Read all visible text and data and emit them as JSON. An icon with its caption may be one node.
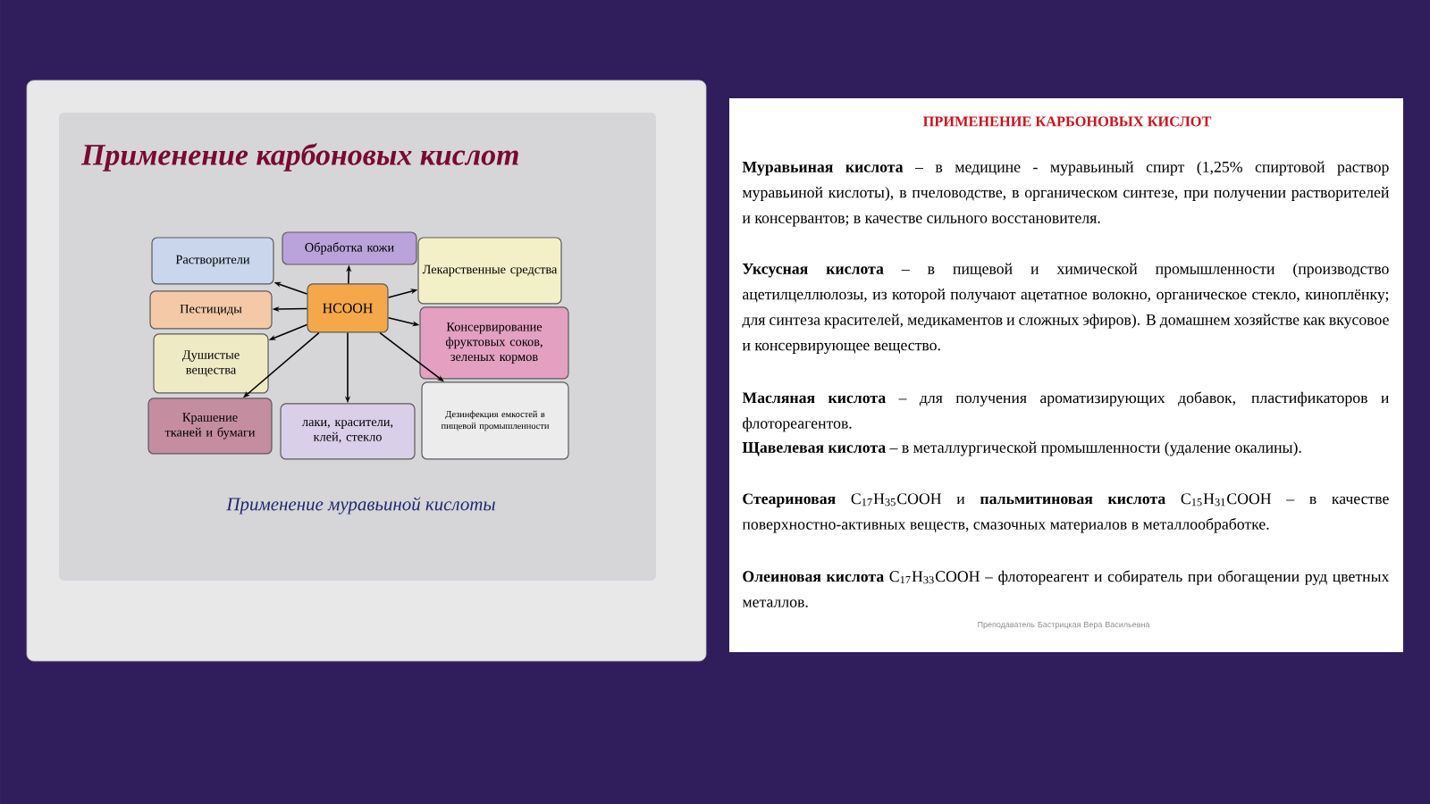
{
  "diagram": {
    "title": "ПРИМЕНЕНИЕ КАРБОНОВЫХ КИСЛОТ",
    "caption": "Применение муравьиной кислоты",
    "nodes": [
      {
        "text": [
          "Растворители"
        ]
      },
      {
        "text": [
          "Обработка кожи"
        ]
      },
      {
        "text": [
          "Лекарственные средства"
        ]
      },
      {
        "text": [
          "Пестициды"
        ]
      },
      {
        "text": [
          "HCOOH"
        ]
      },
      {
        "text": [
          "Консервирование фруктовых соков, зеленых кормов"
        ]
      },
      {
        "text": [
          "Душистые вещества"
        ]
      },
      {
        "text": [
          "Крашение тканей и бумаги"
        ]
      },
      {
        "text": [
          "лаки, красители, клей, стекло"
        ]
      },
      {
        "text": [
          "Дезинфекция емкостей в пищевой промышленности"
        ]
      }
    ],
    "edges": [
      {
        "from": 4,
        "to": 0,
        "arrow": "to"
      },
      {
        "from": 4,
        "to": 1,
        "arrow": "to"
      },
      {
        "from": 4,
        "to": 2,
        "arrow": "to"
      },
      {
        "from": 4,
        "to": 3,
        "arrow": "to"
      },
      {
        "from": 4,
        "to": 5,
        "arrow": "to"
      },
      {
        "from": 4,
        "to": 6,
        "arrow": "to"
      },
      {
        "from": 4,
        "to": 7,
        "arrow": "to"
      },
      {
        "from": 4,
        "to": 8,
        "arrow": "to"
      },
      {
        "from": 4,
        "to": 9,
        "arrow": "to"
      }
    ],
    "labels": [
      "Применение карбоновых кислот",
      "**Муравьиная кислота** – в медицине - муравьиный спирт (1,25% спиртовой раствор муравьиной кислоты), в пчеловодстве, в органическом синтезе, при получении растворителей и консервантов; в качестве сильного восстановителя.",
      "**Уксусная кислота** – в пищевой и химической промышленности (производство ацетилцеллюлозы, из которой получают ацетатное волокно, органическое стекло, киноплёнку; для синтеза красителей, медикаментов и сложных эфиров). В домашнем хозяйстве как вкусовое и консервирующее вещество.",
      "**Масляная кислота** – для получения ароматизирующих добавок, пластификаторов и флотореагентов.",
      "**Щавелевая кислота** – в металлургической промышленности (удаление окалины).",
      "**Стеариновая** C$_{17}$H$_{35}$COOH и **пальмитиновая кислота** C$_{15}$H$_{31}$COOH – в качестве поверхностно-активных веществ, смазочных материалов в металлообработке.",
      "**Олеиновая кислота** C$_{17}$H$_{33}$COOH – флотореагент и собиратель при обогащении руд цветных металлов.",
      "Преподаватель Бастрицкая Вера Васильевна"
    ]
  }
}
